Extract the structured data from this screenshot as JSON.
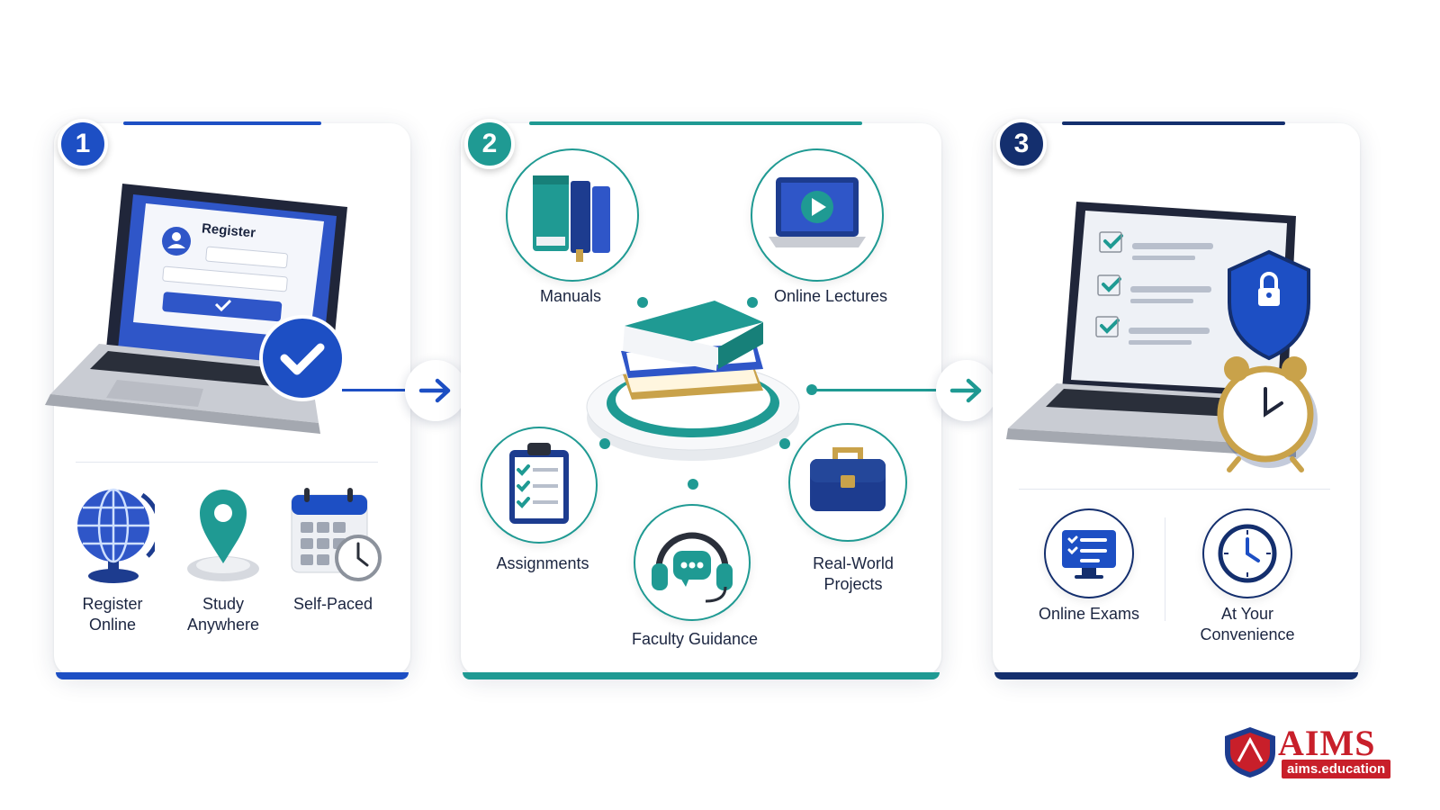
{
  "steps": [
    {
      "number": "1",
      "laptop": {
        "title": "Register"
      },
      "features": [
        {
          "label_line1": "Register",
          "label_line2": "Online",
          "icon": "globe-icon"
        },
        {
          "label_line1": "Study",
          "label_line2": "Anywhere",
          "icon": "location-pin-icon"
        },
        {
          "label_line1": "Self-Paced",
          "label_line2": "",
          "icon": "calendar-clock-icon"
        }
      ]
    },
    {
      "number": "2",
      "items": [
        {
          "label_line1": "Manuals",
          "label_line2": "",
          "icon": "manuals-books-icon"
        },
        {
          "label_line1": "Online Lectures",
          "label_line2": "",
          "icon": "video-lecture-laptop-icon"
        },
        {
          "label_line1": "Assignments",
          "label_line2": "",
          "icon": "clipboard-checklist-icon"
        },
        {
          "label_line1": "Faculty Guidance",
          "label_line2": "",
          "icon": "headset-chat-icon"
        },
        {
          "label_line1": "Real-World",
          "label_line2": "Projects",
          "icon": "briefcase-icon"
        }
      ]
    },
    {
      "number": "3",
      "features": [
        {
          "label_line1": "Online Exams",
          "label_line2": "",
          "icon": "monitor-checklist-icon"
        },
        {
          "label_line1": "At Your",
          "label_line2": "Convenience",
          "icon": "clock-icon"
        }
      ]
    }
  ],
  "logo": {
    "name": "AIMS",
    "url": "aims.education"
  },
  "colors": {
    "blue": "#1d4fc4",
    "teal": "#1f9a93",
    "navy": "#142f6e",
    "gold": "#c9a24a",
    "logo_red": "#c81f2a"
  }
}
